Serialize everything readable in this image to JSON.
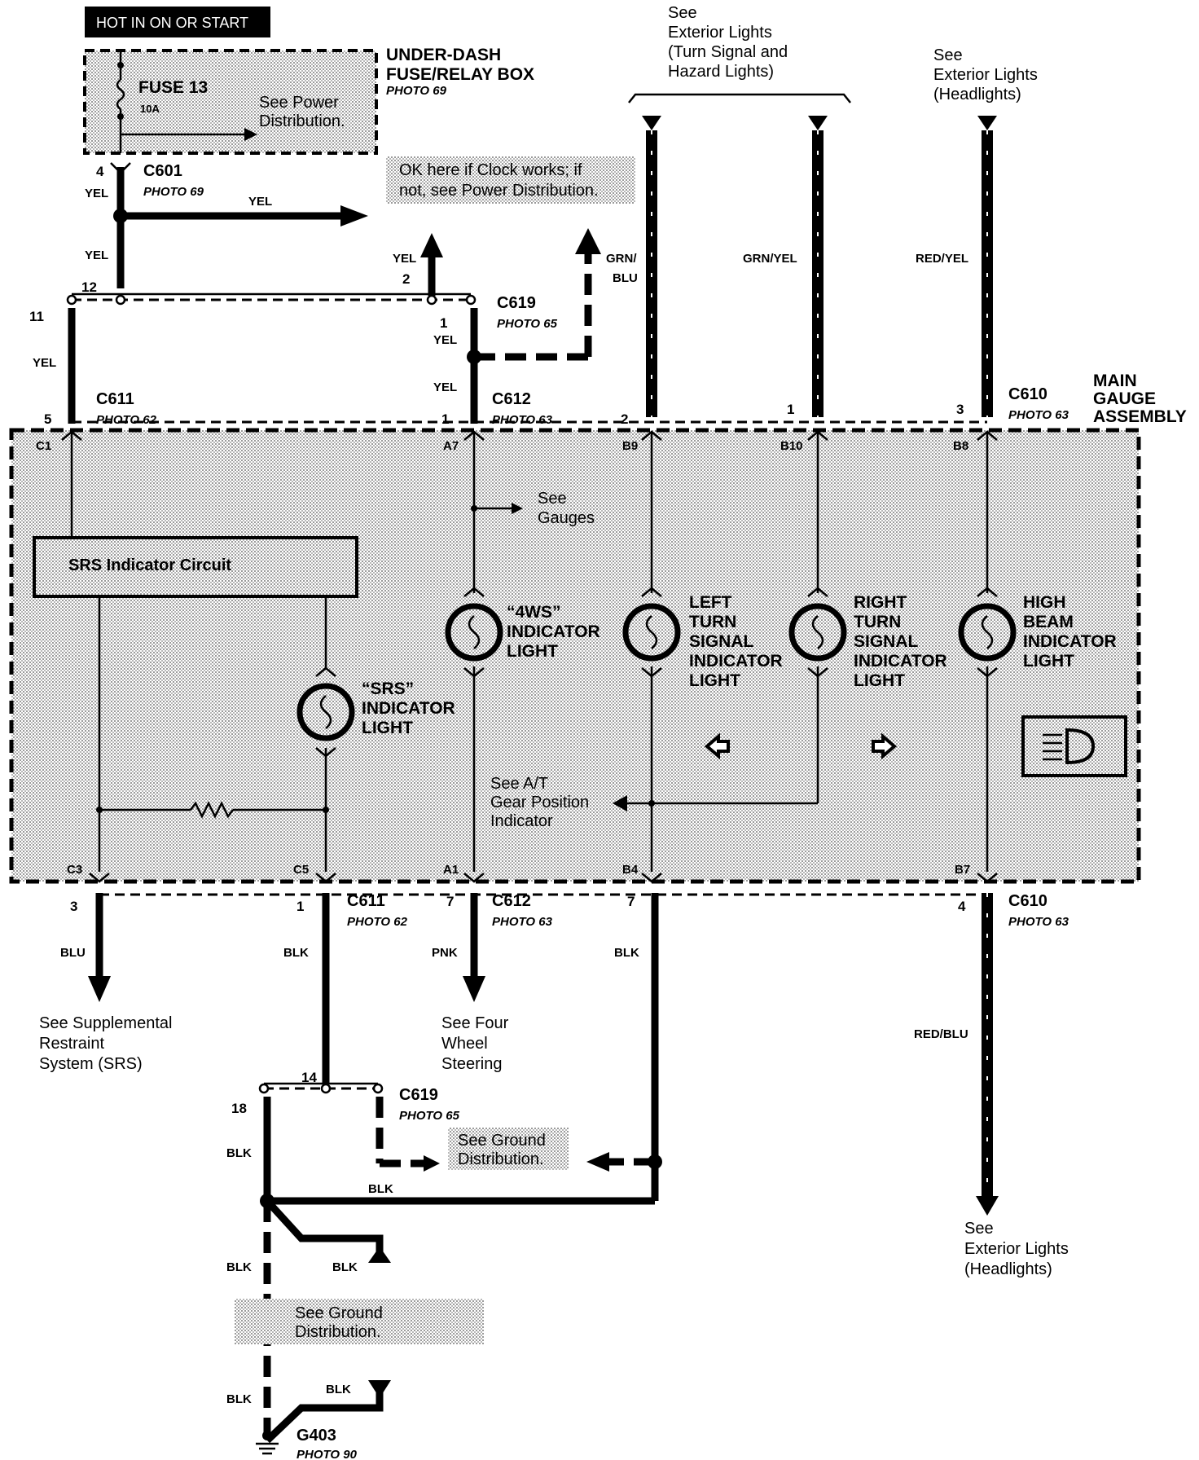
{
  "header": {
    "hot_label": "HOT IN ON OR START"
  },
  "fuse_box": {
    "title_1": "UNDER-DASH",
    "title_2": "FUSE/RELAY BOX",
    "photo": "PHOTO 69",
    "fuse": "FUSE 13",
    "rating": "10A",
    "see_1": "See Power",
    "see_2": "Distribution."
  },
  "clock_note": {
    "line_1": "OK here if Clock works; if",
    "line_2": "not, see Power Distribution."
  },
  "ext_turn": {
    "l1": "See",
    "l2": "Exterior Lights",
    "l3": "(Turn Signal and",
    "l4": "Hazard Lights)"
  },
  "ext_head_top": {
    "l1": "See",
    "l2": "Exterior Lights",
    "l3": "(Headlights)"
  },
  "ext_head_bottom": {
    "l1": "See",
    "l2": "Exterior Lights",
    "l3": "(Headlights)"
  },
  "connectors": {
    "c601": "C601",
    "c601_photo": "PHOTO 69",
    "c619": "C619",
    "c619_photo": "PHOTO 65",
    "c611": "C611",
    "c611_photo": "PHOTO 62",
    "c612": "C612",
    "c612_photo": "PHOTO 63",
    "c610": "C610",
    "c610_photo": "PHOTO 63",
    "c611b": "C611",
    "c611b_photo": "PHOTO 62",
    "c612b": "C612",
    "c612b_photo": "PHOTO 63",
    "c610b": "C610",
    "c610b_photo": "PHOTO 63",
    "c619b": "C619",
    "c619b_photo": "PHOTO 65",
    "g403": "G403",
    "g403_photo": "PHOTO 90"
  },
  "pins": {
    "p4": "4",
    "p12": "12",
    "p2": "2",
    "p11": "11",
    "p1a": "1",
    "p5": "5",
    "p1b": "1",
    "p2b": "2",
    "p1c": "1",
    "p3": "3",
    "p3b": "3",
    "p1d": "1",
    "p7a": "7",
    "p7b": "7",
    "p4b": "4",
    "p14": "14",
    "p18": "18"
  },
  "terminals": {
    "c1": "C1",
    "a7": "A7",
    "b9": "B9",
    "b10": "B10",
    "b8": "B8",
    "c3": "C3",
    "c5": "C5",
    "a1": "A1",
    "b4": "B4",
    "b7": "B7"
  },
  "wires": {
    "yel_1": "YEL",
    "yel_2": "YEL",
    "yel_3": "YEL",
    "yel_4": "YEL",
    "yel_5": "YEL",
    "yel_6": "YEL",
    "yel_7": "YEL",
    "grn_blu_1": "GRN/",
    "grn_blu_2": "BLU",
    "grn_yel": "GRN/YEL",
    "red_yel": "RED/YEL",
    "blu": "BLU",
    "blk_1": "BLK",
    "pnk": "PNK",
    "blk_2": "BLK",
    "red_blu": "RED/BLU",
    "blk_3": "BLK",
    "blk_4": "BLK",
    "blk_5": "BLK",
    "blk_6": "BLK",
    "blk_7": "BLK",
    "blk_8": "BLK"
  },
  "gauge": {
    "title_1": "MAIN",
    "title_2": "GAUGE",
    "title_3": "ASSEMBLY",
    "srs_circuit": "SRS Indicator Circuit",
    "srs_light_1": "“SRS”",
    "srs_light_2": "INDICATOR",
    "srs_light_3": "LIGHT",
    "fws_1": "“4WS”",
    "fws_2": "INDICATOR",
    "fws_3": "LIGHT",
    "left_1": "LEFT",
    "left_2": "TURN",
    "left_3": "SIGNAL",
    "left_4": "INDICATOR",
    "left_5": "LIGHT",
    "right_1": "RIGHT",
    "right_2": "TURN",
    "right_3": "SIGNAL",
    "right_4": "INDICATOR",
    "right_5": "LIGHT",
    "high_1": "HIGH",
    "high_2": "BEAM",
    "high_3": "INDICATOR",
    "high_4": "LIGHT",
    "gauges_1": "See",
    "gauges_2": "Gauges",
    "at_1": "See A/T",
    "at_2": "Gear Position",
    "at_3": "Indicator"
  },
  "bottom": {
    "srs_1": "See Supplemental",
    "srs_2": "Restraint",
    "srs_3": "System (SRS)",
    "fws_1": "See Four",
    "fws_2": "Wheel",
    "fws_3": "Steering",
    "gd1_1": "See Ground",
    "gd1_2": "Distribution.",
    "gd2_1": "See Ground",
    "gd2_2": "Distribution."
  }
}
